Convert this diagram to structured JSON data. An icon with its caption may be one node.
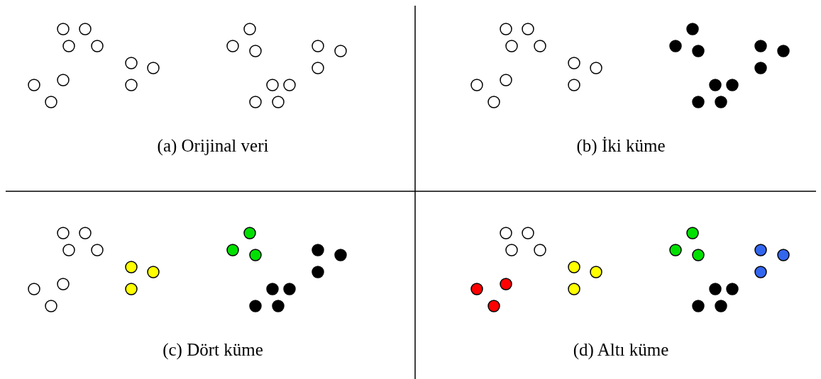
{
  "diagram": {
    "labels": [
      "(a) Orijinal veri",
      "(b) İki küme",
      "(c) Dört küme",
      "(d) Altı küme"
    ]
  }
}
